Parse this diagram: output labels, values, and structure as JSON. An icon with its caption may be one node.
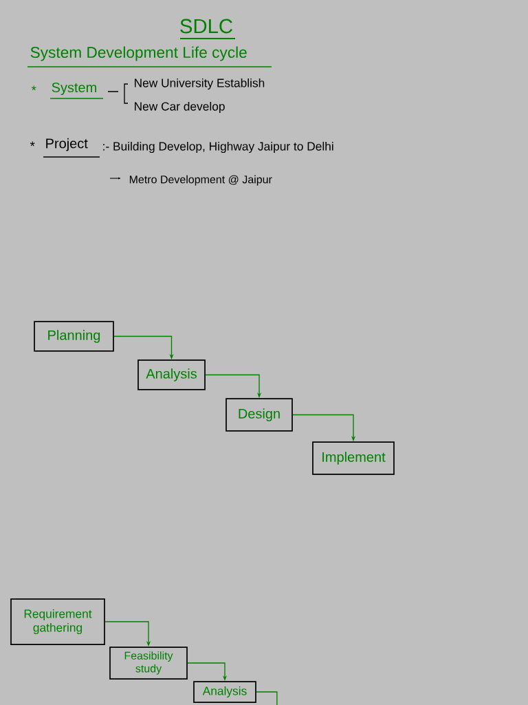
{
  "diagram": {
    "title": "SDLC",
    "nodes": [
      {
        "text": [
          "Planning"
        ]
      },
      {
        "text": [
          "Analysis"
        ]
      },
      {
        "text": [
          "Design"
        ]
      },
      {
        "text": [
          "Implement"
        ]
      },
      {
        "text": [
          "Requirement gathering"
        ]
      },
      {
        "text": [
          "Feasibility study"
        ]
      },
      {
        "text": [
          "Analysis"
        ]
      }
    ],
    "edges": [
      {
        "from": 0,
        "to": 1,
        "arrow": "to"
      },
      {
        "from": 1,
        "to": 2,
        "arrow": "to"
      },
      {
        "from": 2,
        "to": 3,
        "arrow": "to"
      },
      {
        "from": 4,
        "to": 5,
        "arrow": "to"
      },
      {
        "from": 5,
        "to": 6,
        "arrow": "to"
      },
      {
        "from": 6,
        "to": null,
        "arrow": "none"
      }
    ],
    "labels": [
      "System Development Life cycle",
      "*",
      "System",
      "New University Establish",
      "New Car develop",
      "*",
      "Project",
      ":- Building Develop, Highway Jaipur to Delhi",
      "Metro Development @ Jaipur"
    ]
  }
}
